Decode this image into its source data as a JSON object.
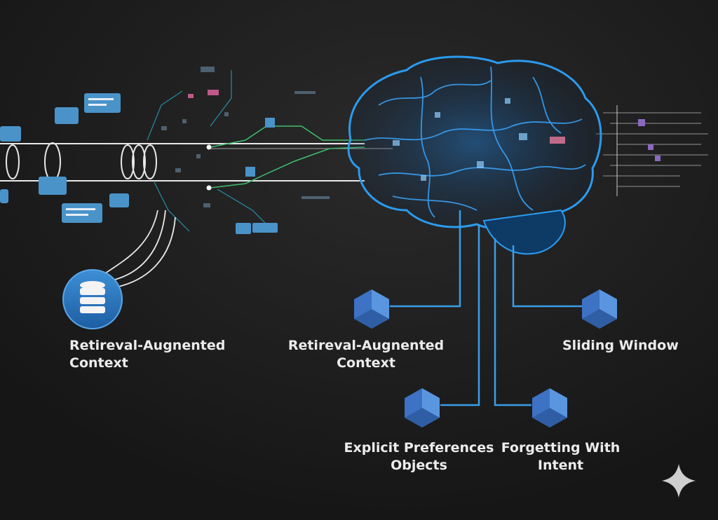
{
  "labels": {
    "rag_left_line1": "Retireval-Augnented",
    "rag_left_line2": "Context",
    "rag_center_line1": "Retireval-Augnented",
    "rag_center_line2": "Context",
    "sliding_window": "Sliding Window",
    "explicit_line1": "Explicit Preferences",
    "explicit_line2": "Objects",
    "forgetting_line1": "Forgetting With",
    "forgetting_line2": "Intent"
  },
  "colors": {
    "background": "#1b1b1b",
    "brain_blue": "#2a9bf0",
    "cube_blue": "#3d72c4",
    "green_line": "#3fbf6f",
    "text": "#ececec"
  }
}
